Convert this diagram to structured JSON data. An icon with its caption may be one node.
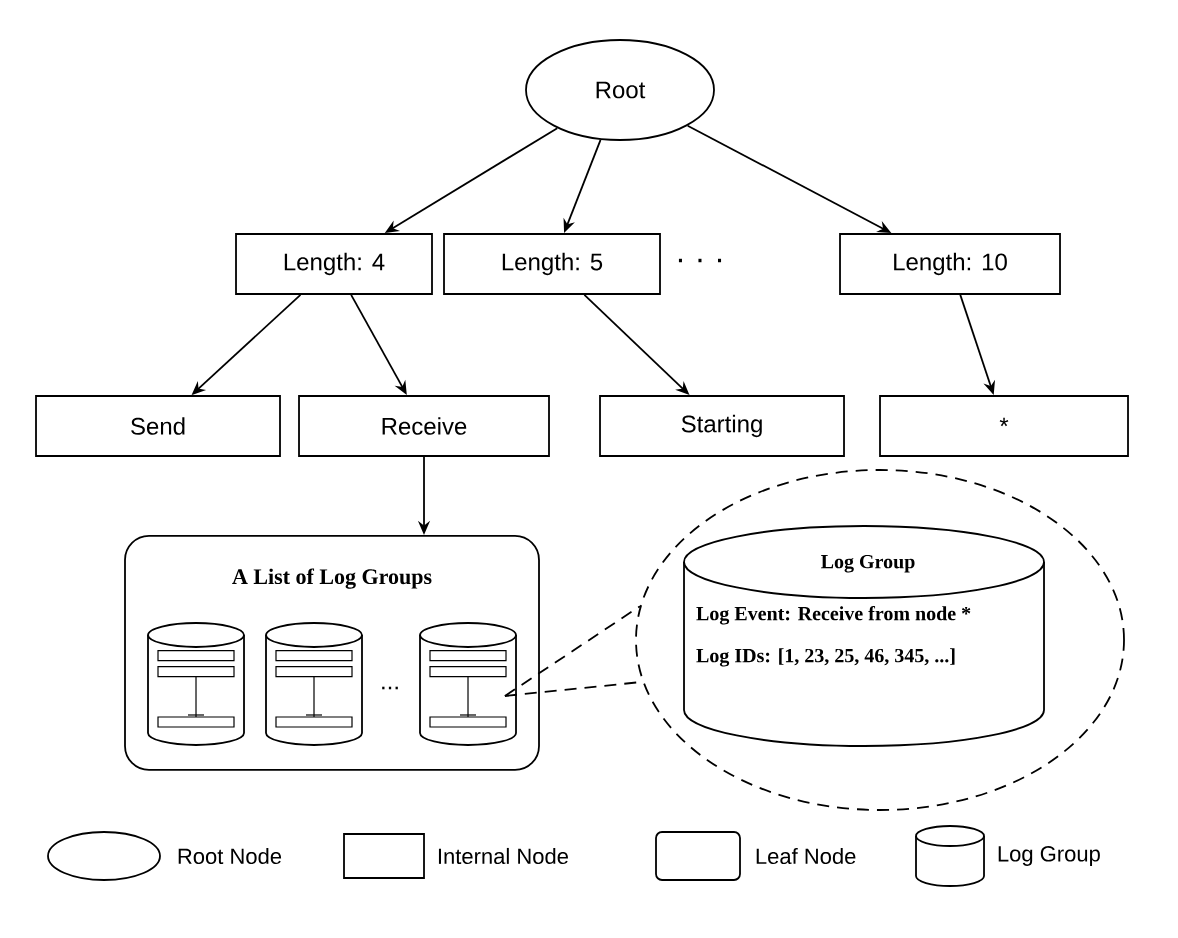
{
  "diagram": {
    "nodes": [
      {
        "text": [
          "Root"
        ]
      },
      {
        "text": [
          "Length: 4"
        ]
      },
      {
        "text": [
          "Length: 5"
        ]
      },
      {
        "text": [
          "Length: 10"
        ]
      },
      {
        "text": [
          "Send"
        ]
      },
      {
        "text": [
          "Receive"
        ]
      },
      {
        "text": [
          "Starting"
        ]
      },
      {
        "text": [
          "*"
        ]
      },
      {
        "text": [
          "A List of Log Groups"
        ]
      },
      {
        "text": [],
        "shape": "cylinder",
        "in": 8
      },
      {
        "text": [],
        "shape": "cylinder",
        "in": 8
      },
      {
        "text": [],
        "shape": "cylinder",
        "in": 8
      },
      {
        "text": [],
        "shape": "ellipse"
      },
      {
        "text": [
          "Log Group",
          "Log Event:  Receive from node *",
          "Log IDs:  [1, 23, 25, 46, 345, ...]"
        ],
        "in": 12
      }
    ],
    "edges": [
      {
        "from": 0,
        "to": 1,
        "arrow": "to"
      },
      {
        "from": 0,
        "to": 2,
        "arrow": "to"
      },
      {
        "from": 0,
        "to": 3,
        "arrow": "to"
      },
      {
        "from": 1,
        "to": 4,
        "arrow": "to"
      },
      {
        "from": 1,
        "to": 5,
        "arrow": "to"
      },
      {
        "from": 2,
        "to": 6,
        "arrow": "to"
      },
      {
        "from": 3,
        "to": 7,
        "arrow": "to"
      },
      {
        "from": 5,
        "to": 8,
        "arrow": "to"
      },
      {
        "from": 11,
        "to": 12,
        "arrow": "none",
        "style": "dashed"
      },
      {
        "from": 11,
        "to": 12,
        "arrow": "none",
        "style": "dashed"
      }
    ],
    "labels": [
      "· · ·",
      "..."
    ],
    "legend": [
      {
        "text": "Root Node"
      },
      {
        "text": "Internal Node"
      },
      {
        "text": "Leaf Node"
      },
      {
        "text": "Log Group"
      }
    ]
  }
}
